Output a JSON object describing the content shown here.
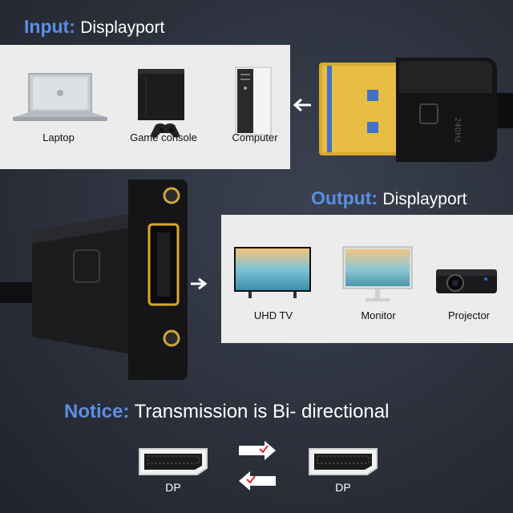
{
  "input": {
    "label": "Input:",
    "value": "Displayport",
    "devices": [
      "Laptop",
      "Game console",
      "Computer"
    ]
  },
  "output": {
    "label": "Output:",
    "value": "Displayport",
    "devices": [
      "UHD TV",
      "Monitor",
      "Projector"
    ]
  },
  "notice": {
    "label": "Notice:",
    "text": "Transmission is Bi- directional",
    "left_port": "DP",
    "right_port": "DP"
  },
  "colors": {
    "accent": "#5b8fe4",
    "background": "#2a2f3a",
    "panel": "#ececec",
    "gold": "#d9a82e",
    "arrow_mark": "#d42a2a"
  }
}
